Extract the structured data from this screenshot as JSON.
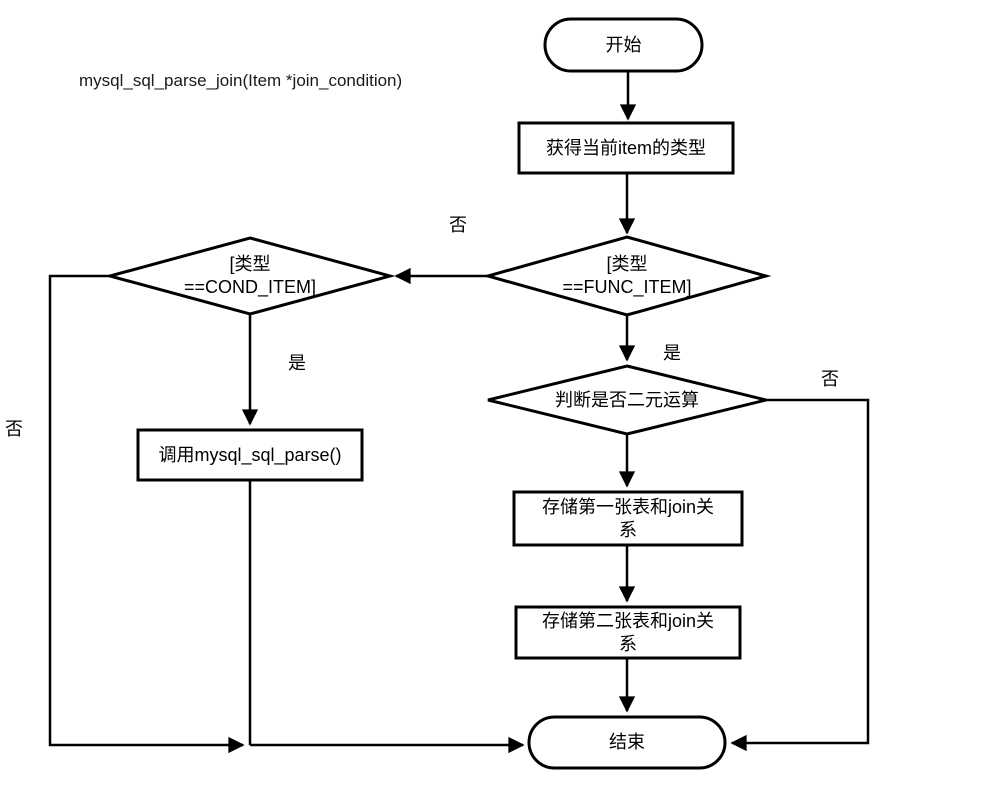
{
  "title": "mysql_sql_parse_join(Item *join_condition)",
  "nodes": {
    "start": {
      "label": "开始",
      "type": "terminator"
    },
    "get_item_type": {
      "label": "获得当前item的类型",
      "type": "process"
    },
    "check_func_item": {
      "label": "[类型\n==FUNC_ITEM]",
      "type": "decision"
    },
    "check_cond_item": {
      "label": "[类型\n==COND_ITEM]",
      "type": "decision"
    },
    "check_binary_op": {
      "label": "判断是否二元运算",
      "type": "decision"
    },
    "call_parse": {
      "label": "调用mysql_sql_parse()",
      "type": "process"
    },
    "store_first_table": {
      "label": "存储第一张表和join关\n系",
      "type": "process"
    },
    "store_second_table": {
      "label": "存储第二张表和join关\n系",
      "type": "process"
    },
    "end": {
      "label": "结束",
      "type": "terminator"
    }
  },
  "edge_labels": {
    "func_item_no": "否",
    "func_item_yes": "是",
    "cond_item_yes": "是",
    "cond_item_no": "否",
    "binary_op_no": "否"
  },
  "colors": {
    "line": "#000000",
    "shape_fill": "#ffffff",
    "background": "#ffffff",
    "text": "#000000"
  }
}
